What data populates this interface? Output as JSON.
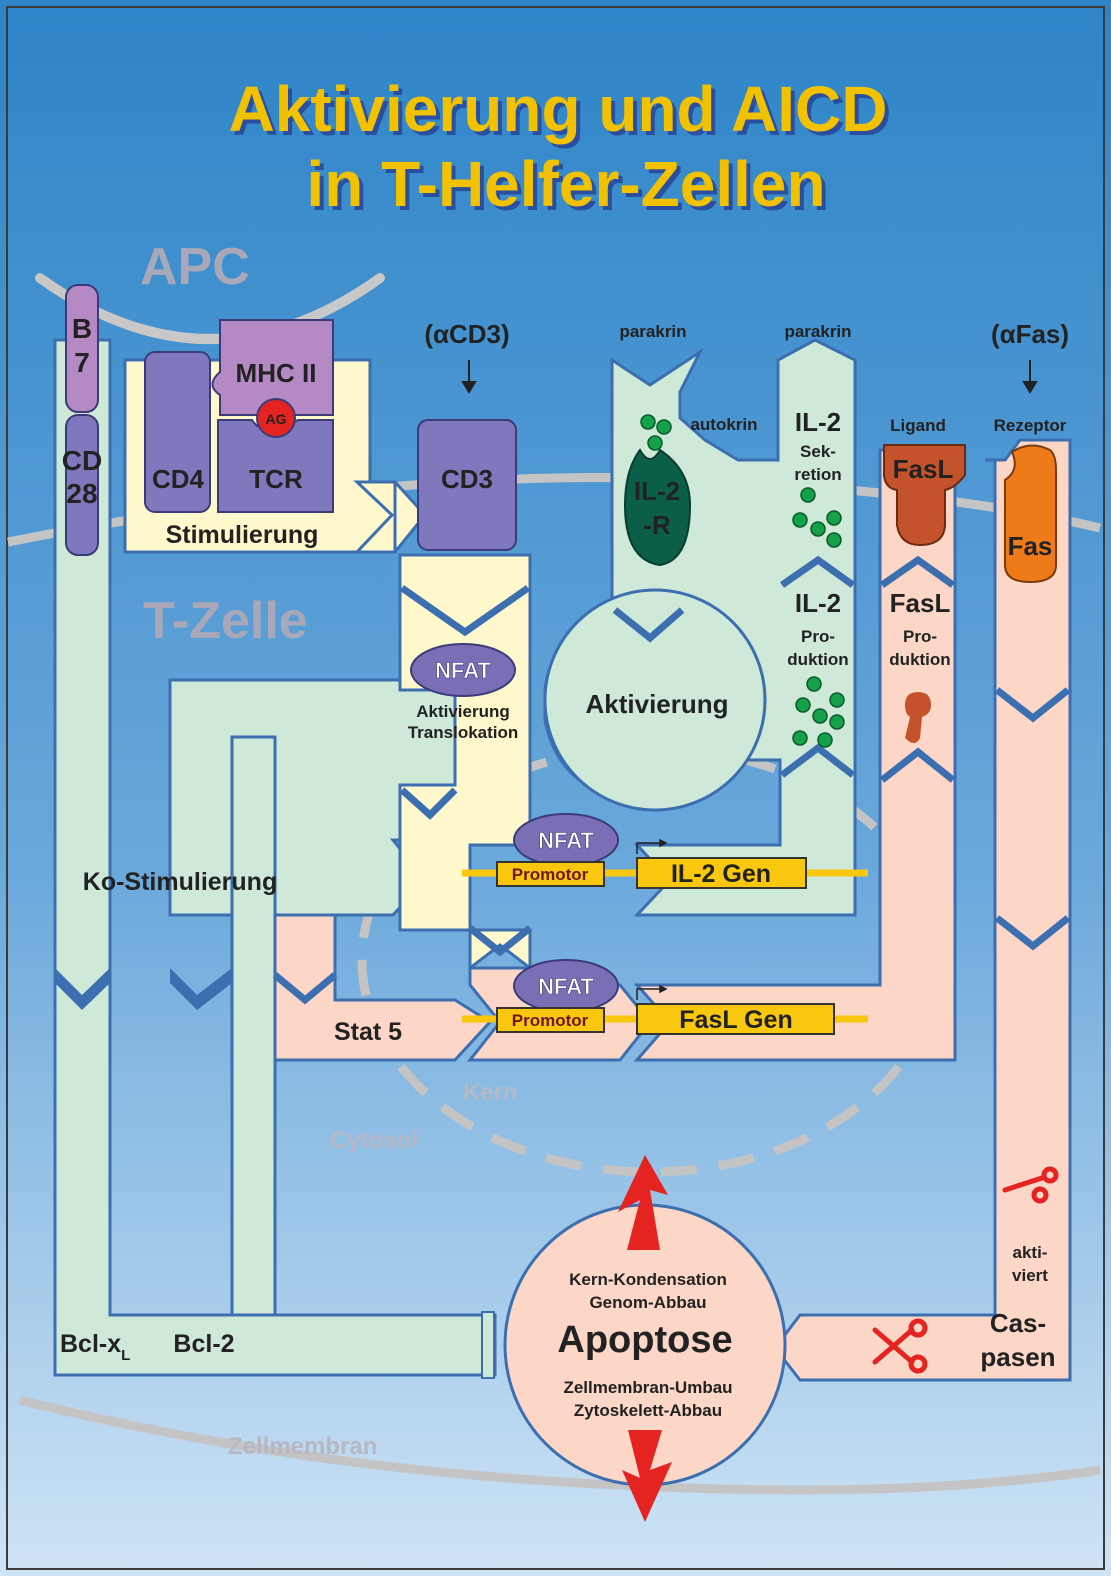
{
  "title": {
    "line1": "Aktivierung und AICD",
    "line2": "in T-Helfer-Zellen"
  },
  "regions": {
    "apc": "APC",
    "t_cell": "T-Zelle",
    "nucleus": "Kern",
    "cytosol": "Cytosol",
    "cell_membrane": "Zellmembran"
  },
  "molecules": {
    "b7_line1": "B",
    "b7_line2": "7",
    "cd28_line1": "CD",
    "cd28_line2": "28",
    "mhc2": "MHC II",
    "antigen": "AG",
    "cd4": "CD4",
    "tcr": "TCR",
    "cd3": "CD3",
    "il2r_line1": "IL-2",
    "il2r_line2": "-R",
    "fasl": "FasL",
    "fas": "Fas",
    "nfat": "NFAT"
  },
  "labels": {
    "anti_cd3": "(αCD3)",
    "anti_fas": "(αFas)",
    "parakrin_left": "parakrin",
    "parakrin_right": "parakrin",
    "autokrin": "autokrin",
    "ligand": "Ligand",
    "rezeptor": "Rezeptor",
    "stimulierung": "Stimulierung",
    "ko_stimulierung": "Ko-Stimulierung",
    "aktivierung": "Aktivierung",
    "nfat_act_line1": "Aktivierung",
    "nfat_act_line2": "Translokation",
    "il2_sek_title": "IL-2",
    "il2_sek_line1": "Sek-",
    "il2_sek_line2": "retion",
    "il2_prod_title": "IL-2",
    "il2_prod_line1": "Pro-",
    "il2_prod_line2": "duktion",
    "fasl_prod_title": "FasL",
    "fasl_prod_line1": "Pro-",
    "fasl_prod_line2": "duktion",
    "promotor_top": "Promotor",
    "promotor_bottom": "Promotor",
    "il2_gen": "IL-2 Gen",
    "fasl_gen": "FasL Gen",
    "stat5": "Stat 5",
    "bcl_xl_main": "Bcl-x",
    "bcl_xl_sub": "L",
    "bcl2": "Bcl-2",
    "aktiviert_line1": "akti-",
    "aktiviert_line2": "viert",
    "caspasen_line1": "Cas-",
    "caspasen_line2": "pasen",
    "apoptose": "Apoptose",
    "apo_line1": "Kern-Kondensation",
    "apo_line2": "Genom-Abbau",
    "apo_line3": "Zellmembran-Umbau",
    "apo_line4": "Zytoskelett-Abbau"
  },
  "colors": {
    "bg_top": "#2d84c8",
    "bg_bottom": "#cfe4f5",
    "title": "#f2c100",
    "green_path": "#cfe9d8",
    "yellow_path": "#fff8cc",
    "salmon_path": "#fcd6c6",
    "purple": "#8078bd",
    "mauve": "#b58ac4",
    "red": "#e52421",
    "dark_green": "#0b5e48",
    "fasl_brown": "#c4532b",
    "fas_orange": "#ee7a1a",
    "gene_yellow": "#f9c80e",
    "dot_green": "#14a14a"
  }
}
